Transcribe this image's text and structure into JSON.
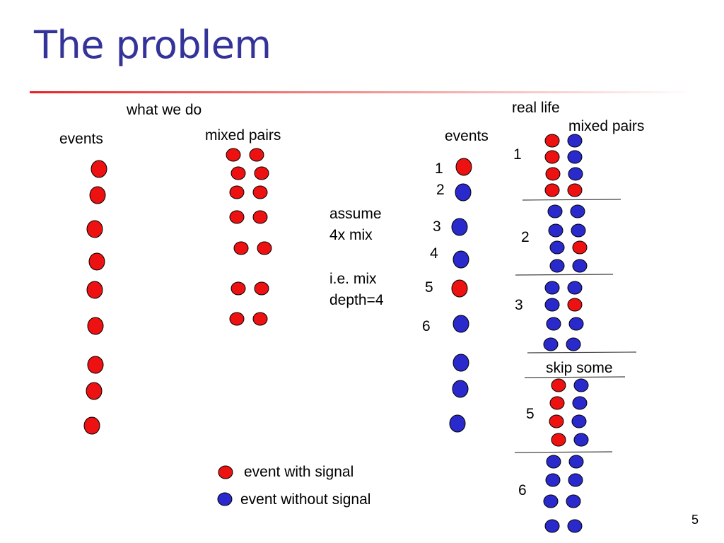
{
  "slide": {
    "title": "The problem",
    "page_number": "5"
  },
  "left_panel": {
    "heading": "what we do",
    "events_label": "events",
    "pairs_label": "mixed pairs",
    "events_signal": [
      true,
      true,
      true,
      true,
      true,
      true,
      true,
      true,
      true
    ],
    "pairs": [
      [
        true,
        true
      ],
      [
        true,
        true
      ],
      [
        true,
        true
      ],
      [
        true,
        true
      ],
      [
        true,
        true
      ],
      [
        true,
        true
      ],
      [
        true,
        true
      ]
    ]
  },
  "note": {
    "line1": "assume",
    "line2": "4x mix",
    "line3": "i.e. mix",
    "line4": "depth=4"
  },
  "right_panel": {
    "heading": "real life",
    "events_label": "events",
    "pairs_label": "mixed pairs",
    "event_numbers": [
      "1",
      "2",
      "3",
      "4",
      "5",
      "6"
    ],
    "events_signal": [
      true,
      false,
      false,
      false,
      true,
      false,
      false,
      false,
      false
    ],
    "groups": [
      {
        "label": "1",
        "pairs": [
          [
            true,
            false
          ],
          [
            true,
            false
          ],
          [
            true,
            false
          ],
          [
            true,
            true
          ]
        ]
      },
      {
        "label": "2",
        "pairs": [
          [
            false,
            false
          ],
          [
            false,
            false
          ],
          [
            false,
            true
          ],
          [
            false,
            false
          ]
        ]
      },
      {
        "label": "3",
        "pairs": [
          [
            false,
            false
          ],
          [
            false,
            true
          ],
          [
            false,
            false
          ],
          [
            false,
            false
          ]
        ]
      },
      {
        "label": "5",
        "pairs": [
          [
            true,
            false
          ],
          [
            true,
            false
          ],
          [
            true,
            false
          ],
          [
            true,
            false
          ]
        ]
      },
      {
        "label": "6",
        "pairs": [
          [
            false,
            false
          ],
          [
            false,
            false
          ],
          [
            false,
            false
          ],
          [
            false,
            false
          ]
        ]
      }
    ],
    "skip_label": "skip some"
  },
  "legend": {
    "signal_label": "event with signal",
    "nosignal_label": "event without signal",
    "signal_color": "#ee1111",
    "nosignal_color": "#2a2acc"
  }
}
